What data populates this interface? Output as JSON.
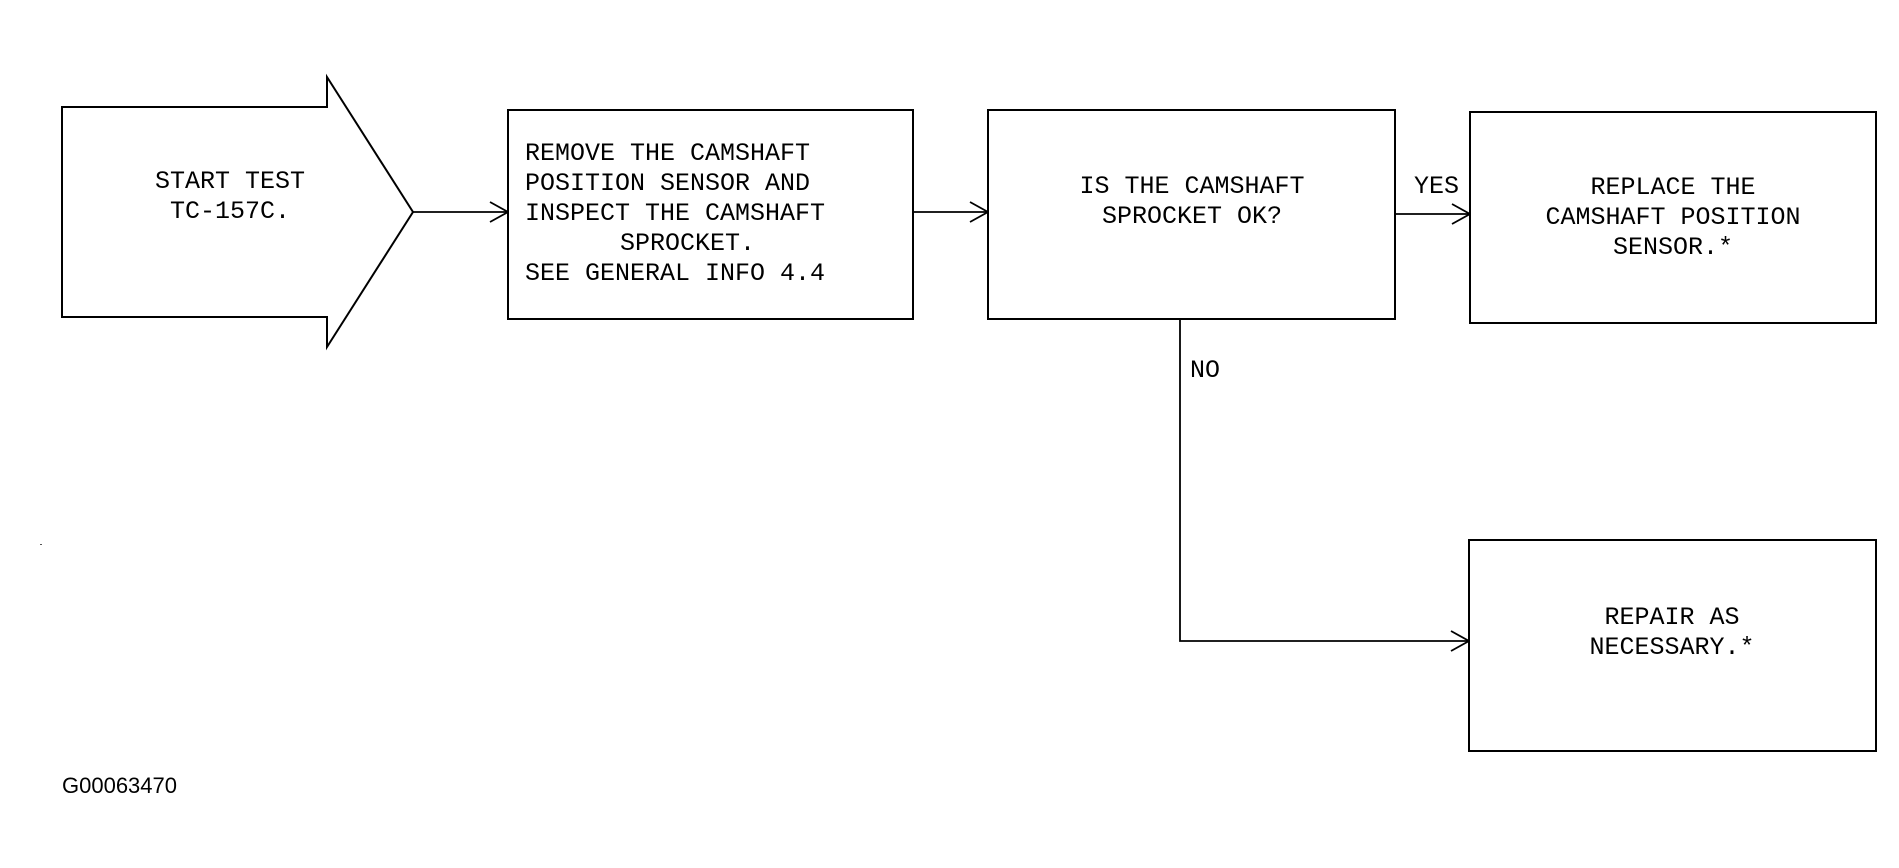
{
  "flowchart": {
    "start": {
      "lines": [
        "START TEST",
        "TC-157C."
      ]
    },
    "step1": {
      "lines": [
        "REMOVE THE CAMSHAFT",
        "POSITION SENSOR AND",
        "INSPECT THE CAMSHAFT",
        "SPROCKET.",
        "SEE GENERAL INFO 4.4"
      ]
    },
    "decision": {
      "lines": [
        "IS THE CAMSHAFT",
        "SPROCKET OK?"
      ]
    },
    "yes_label": "YES",
    "no_label": "NO",
    "yes_result": {
      "lines": [
        "REPLACE THE",
        "CAMSHAFT POSITION",
        "SENSOR.*"
      ]
    },
    "no_result": {
      "lines": [
        "REPAIR AS",
        "NECESSARY.*"
      ]
    }
  },
  "figure_id": "G00063470"
}
